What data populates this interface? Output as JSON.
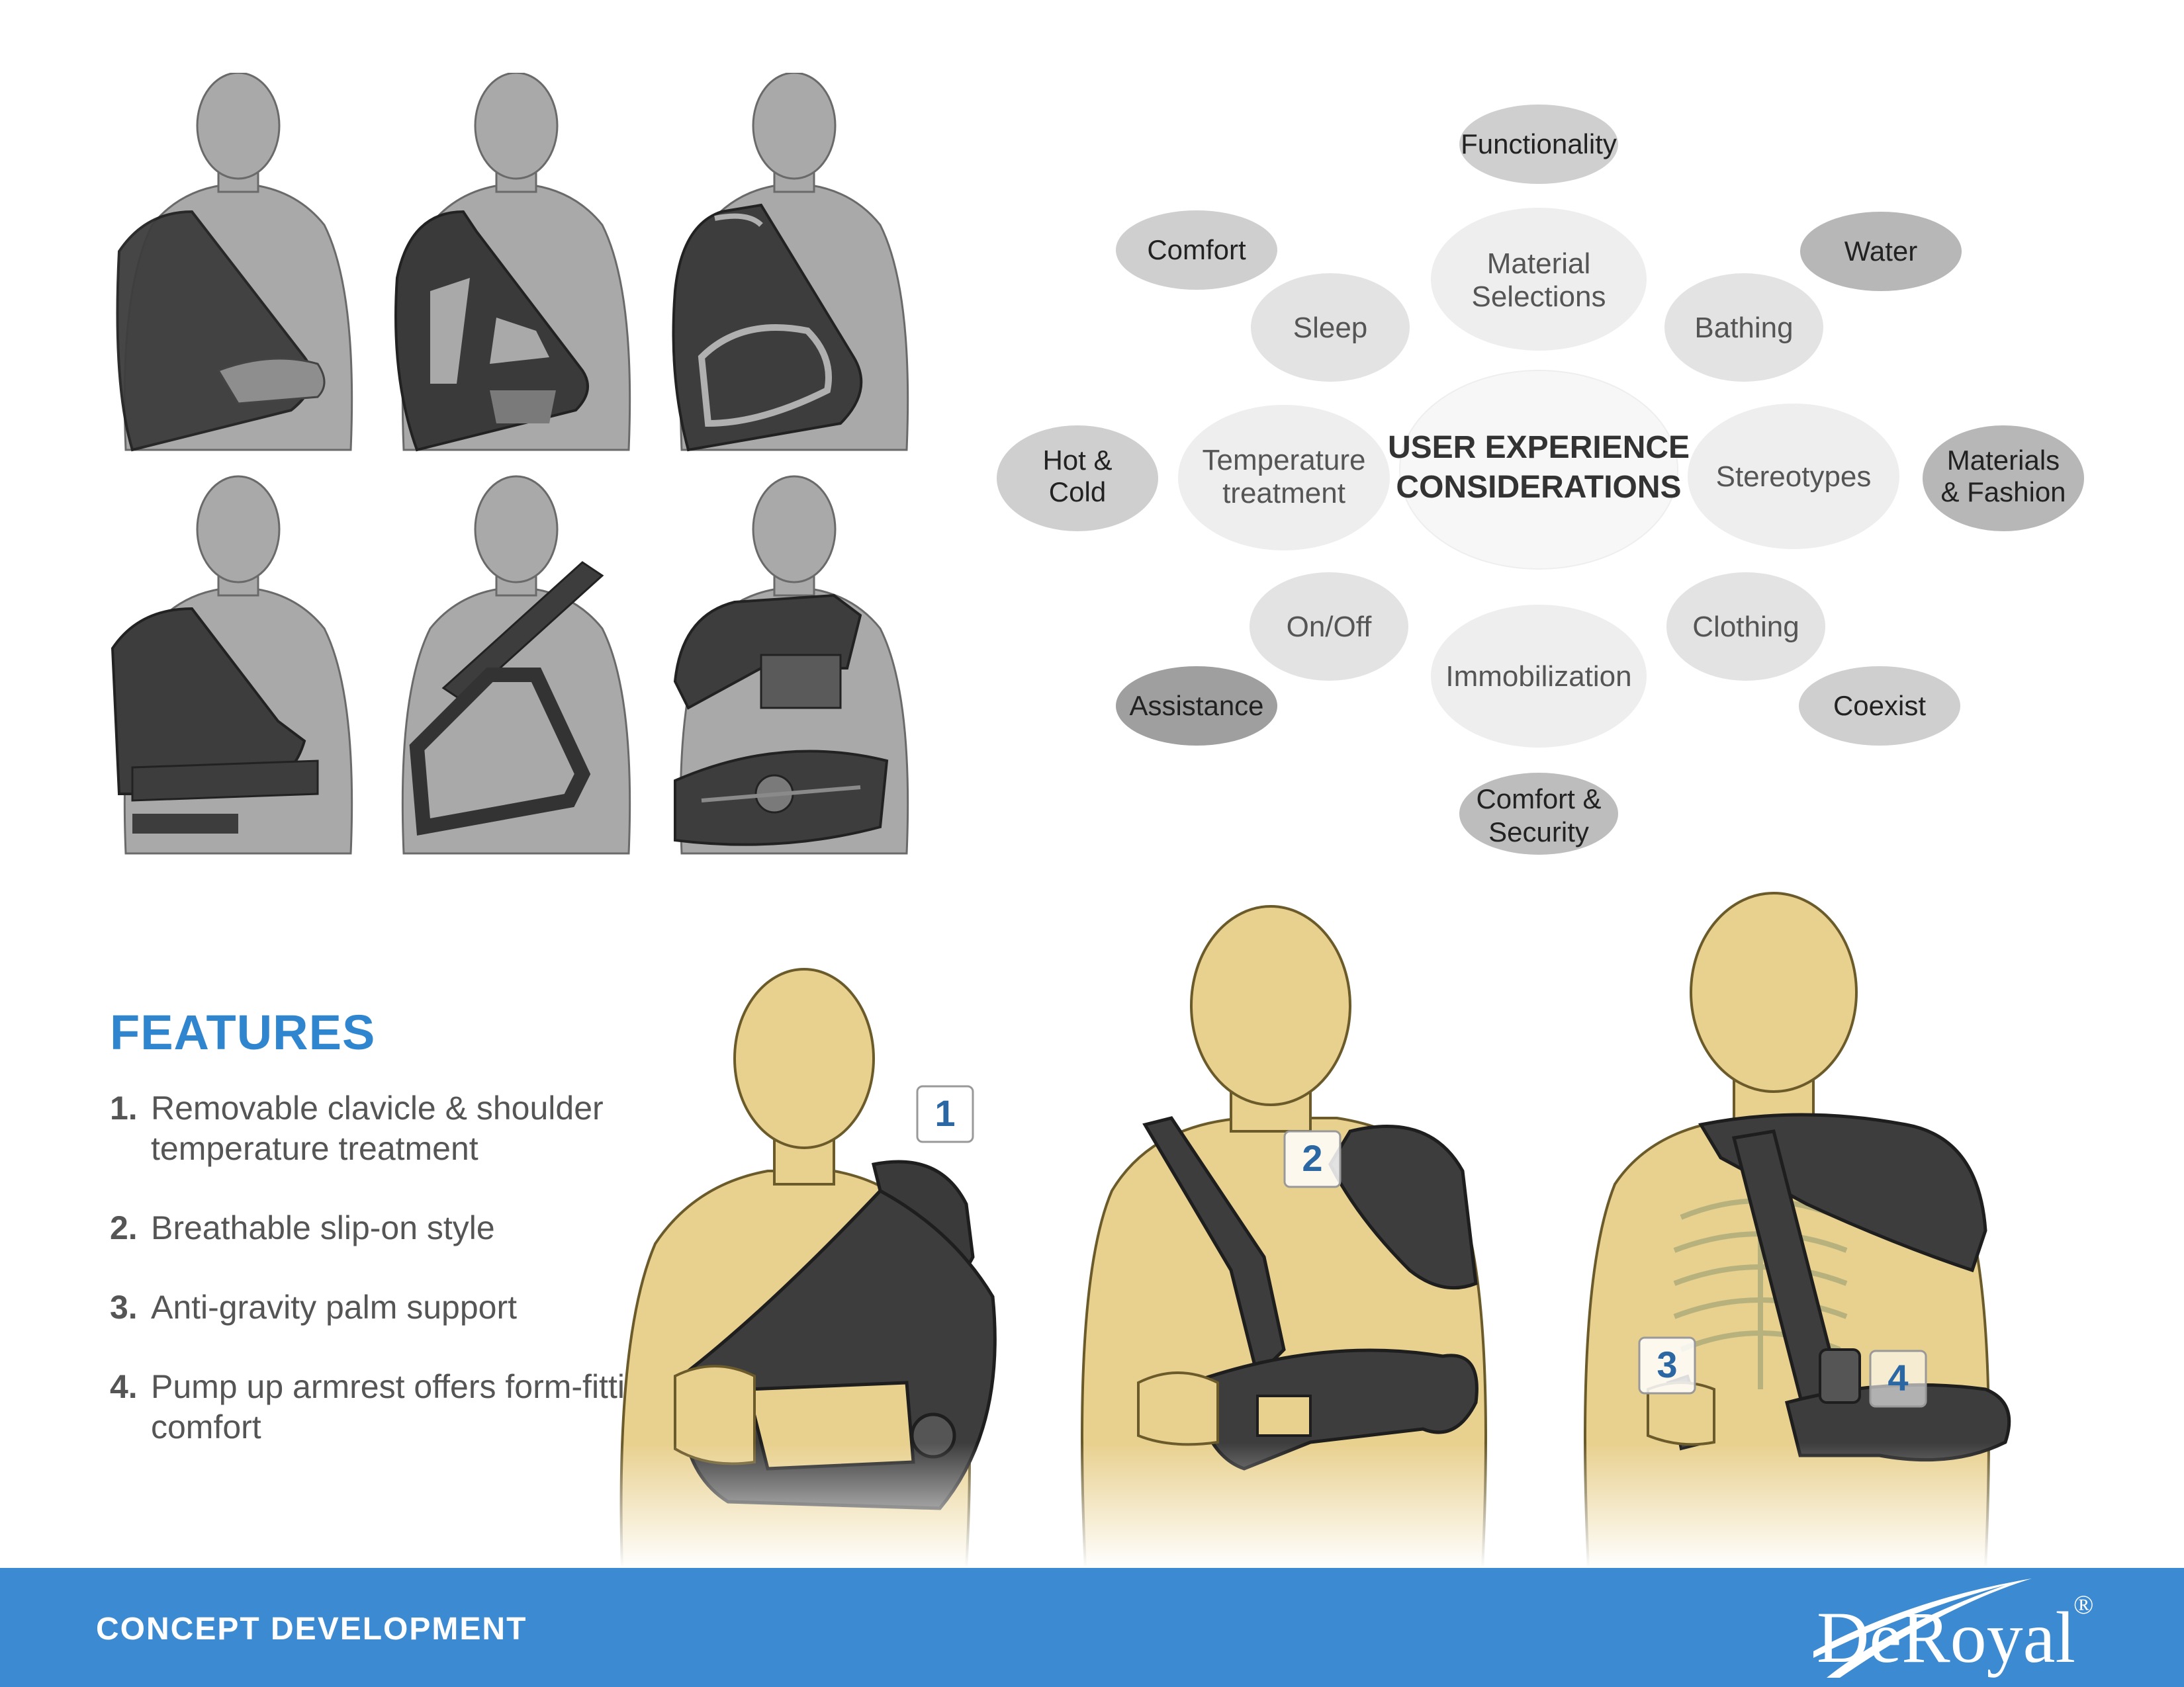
{
  "mindmap": {
    "center_line1": "USER EXPERIENCE",
    "center_line2": "CONSIDERATIONS",
    "inner": {
      "material_selections_1": "Material",
      "material_selections_2": "Selections",
      "sleep": "Sleep",
      "bathing": "Bathing",
      "temperature_1": "Temperature",
      "temperature_2": "treatment",
      "stereotypes": "Stereotypes",
      "on_off": "On/Off",
      "clothing": "Clothing",
      "immobilization": "Immobilization"
    },
    "outer": {
      "functionality": "Functionality",
      "comfort": "Comfort",
      "water": "Water",
      "hot_cold_1": "Hot &",
      "hot_cold_2": "Cold",
      "materials_fashion_1": "Materials",
      "materials_fashion_2": "& Fashion",
      "assistance": "Assistance",
      "coexist": "Coexist",
      "comfort_security_1": "Comfort &",
      "comfort_security_2": "Security"
    }
  },
  "features": {
    "title": "FEATURES",
    "items": [
      {
        "num": "1.",
        "text": "Removable clavicle & shoulder temperature treatment"
      },
      {
        "num": "2.",
        "text": "Breathable slip-on style"
      },
      {
        "num": "3.",
        "text": "Anti-gravity palm support"
      },
      {
        "num": "4.",
        "text": "Pump up armrest offers form-fitting comfort"
      }
    ]
  },
  "callouts": {
    "c1": "1",
    "c2": "2",
    "c3": "3",
    "c4": "4"
  },
  "footer": {
    "label": "CONCEPT DEVELOPMENT",
    "logo": "DeRoyal",
    "registered": "®"
  },
  "colors": {
    "accent": "#2f86cf",
    "footer": "#3b8ad2",
    "skin": "#e8d08e",
    "sketch_skin": "#a8a8a8",
    "brace": "#3a3a3a"
  }
}
